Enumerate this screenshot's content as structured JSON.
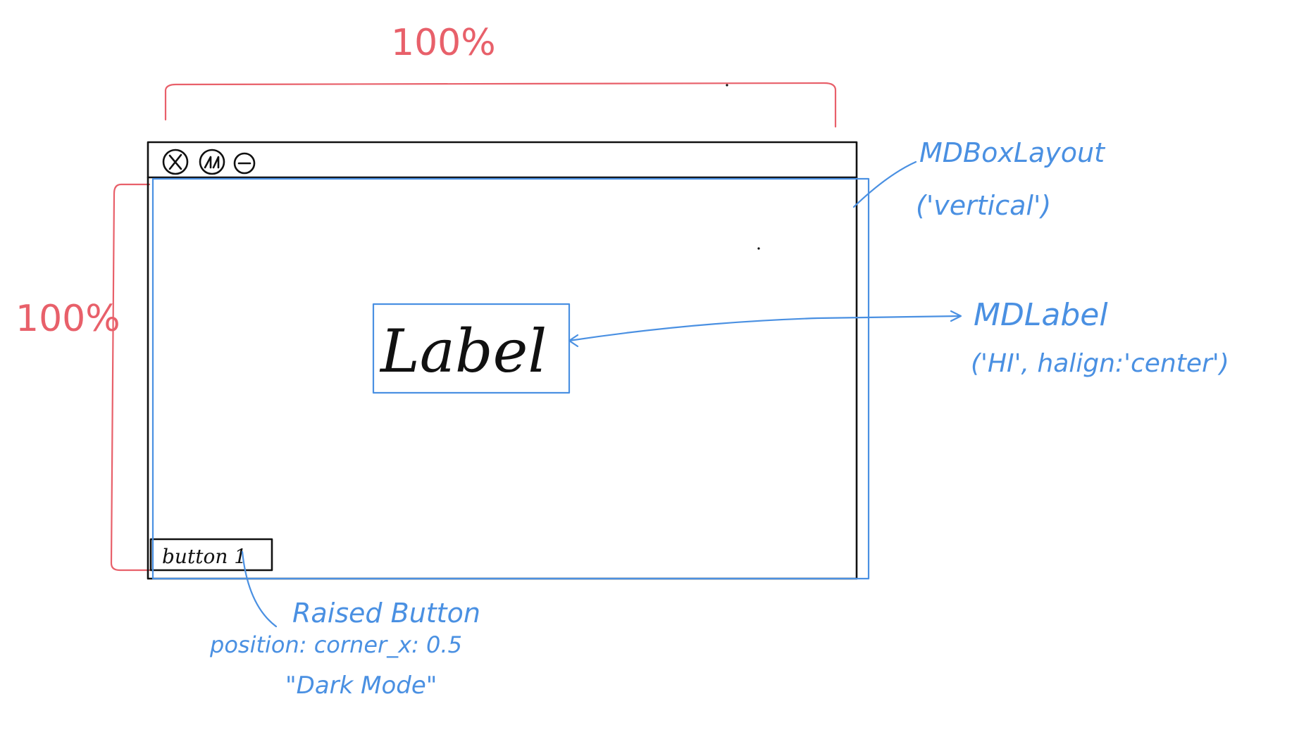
{
  "annotations": {
    "width_percent": "100%",
    "height_percent": "100%",
    "box_layout_title": "MDBoxLayout",
    "box_layout_args": "('vertical')",
    "label_widget_title": "MDLabel",
    "label_widget_args": "('HI', halign:'center')",
    "button_title": "Raised Button",
    "button_position": "position: corner_x: 0.5",
    "button_text_value": "\"Dark Mode\""
  },
  "window": {
    "label_text": "Label",
    "button_label": "button 1",
    "title_bar_icons": [
      "close-icon",
      "maximize-icon",
      "minimize-icon"
    ]
  },
  "colors": {
    "annotation_red": "#e8606a",
    "annotation_blue": "#4a90e2",
    "ink_black": "#111111"
  }
}
